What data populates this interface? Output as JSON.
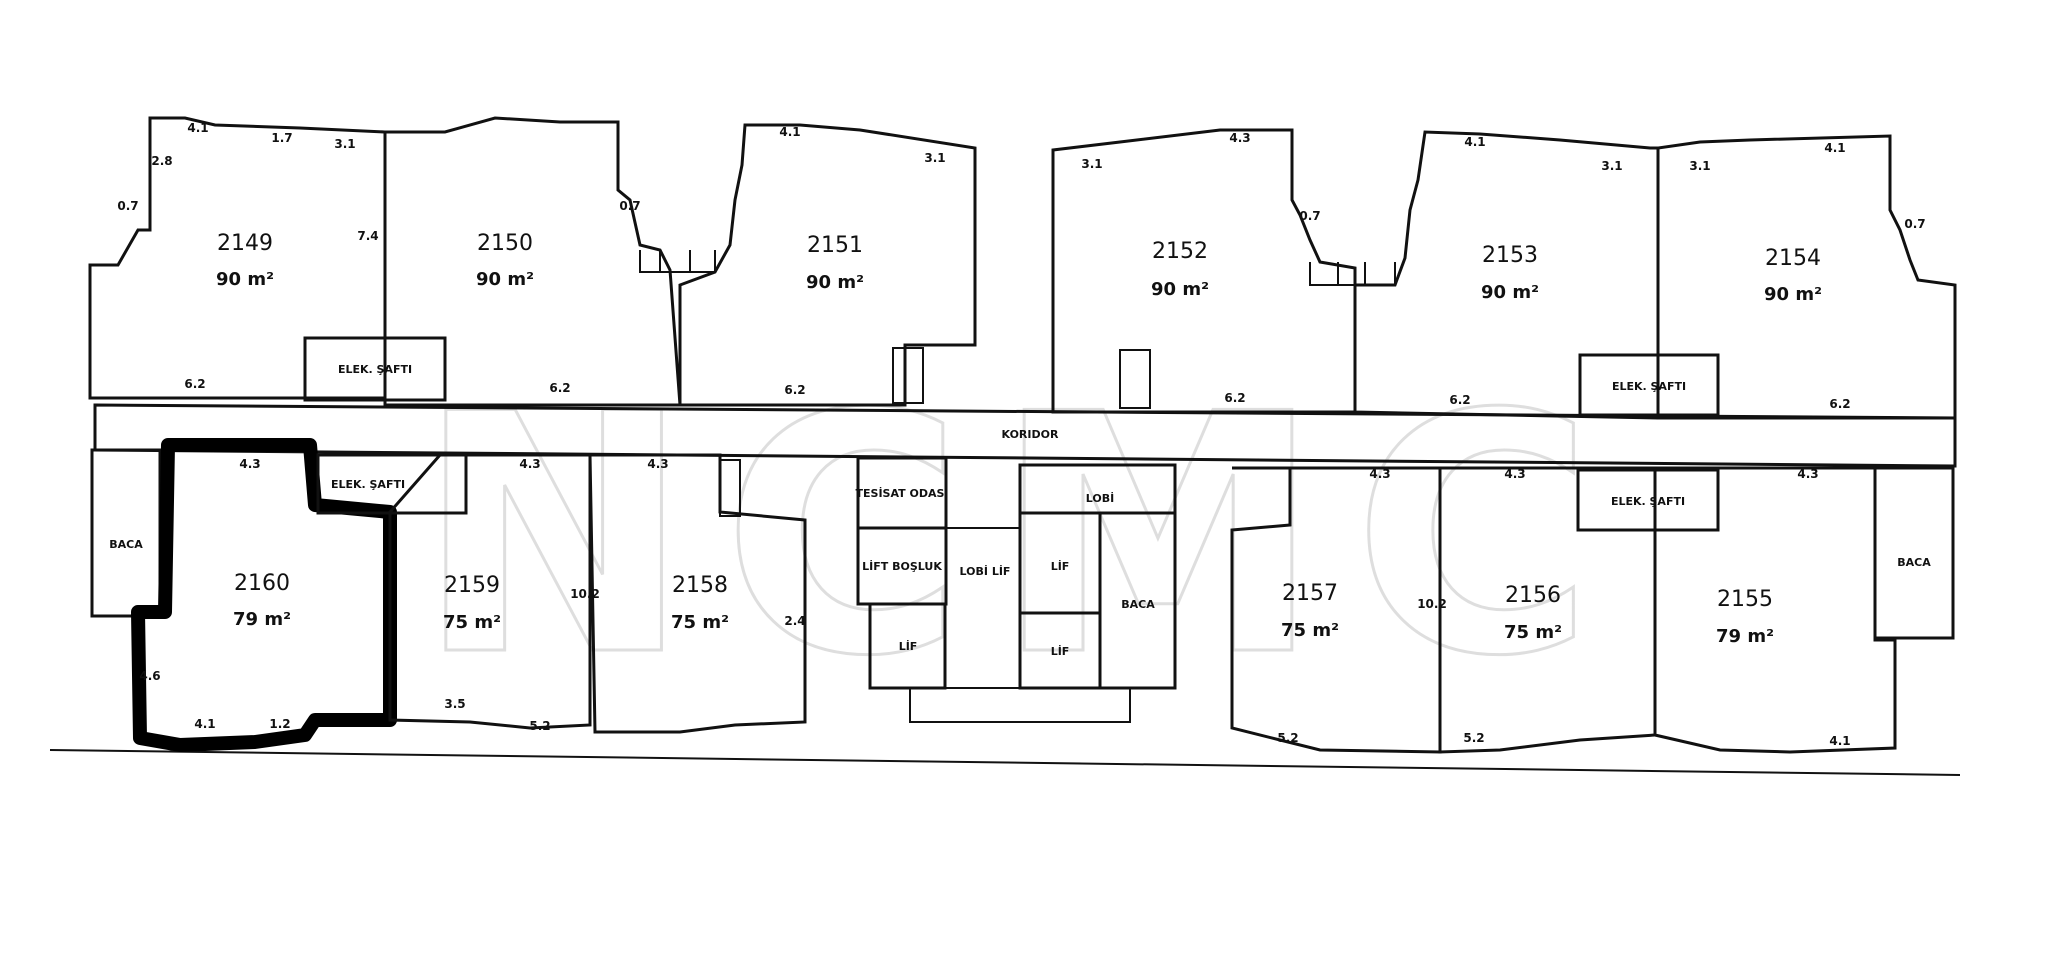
{
  "watermark": "NCMC",
  "corridor_label": "KORIDOR",
  "units": [
    {
      "id": "top-2149",
      "number": "2149",
      "area": "90 m²"
    },
    {
      "id": "top-2150",
      "number": "2150",
      "area": "90 m²"
    },
    {
      "id": "top-2151",
      "number": "2151",
      "area": "90 m²"
    },
    {
      "id": "top-2152",
      "number": "2152",
      "area": "90 m²"
    },
    {
      "id": "top-2153",
      "number": "2153",
      "area": "90 m²"
    },
    {
      "id": "top-2154",
      "number": "2154",
      "area": "90 m²"
    },
    {
      "id": "bot-2160",
      "number": "2160",
      "area": "79 m²"
    },
    {
      "id": "bot-2159",
      "number": "2159",
      "area": "75 m²"
    },
    {
      "id": "bot-2158",
      "number": "2158",
      "area": "75 m²"
    },
    {
      "id": "bot-2157",
      "number": "2157",
      "area": "75 m²"
    },
    {
      "id": "bot-2156",
      "number": "2156",
      "area": "75 m²"
    },
    {
      "id": "bot-2155",
      "number": "2155",
      "area": "79 m²"
    }
  ],
  "tags": {
    "tesisat": "TESİSAT ODASI",
    "baca": "BACA",
    "elek": "ELEK. ŞAFTI",
    "lift_bosluk": "LİFT BOŞLUK",
    "lobi_lif": "LOBİ LİF",
    "lif": "LİF",
    "lobi": "LOBİ"
  },
  "dimensions": [
    "4.1",
    "3.1",
    "1.7",
    "2.8",
    "7.4",
    "6.2",
    "4.3",
    "10.2",
    "5.2",
    "0.7",
    "1.2",
    "4.6",
    "3.5",
    "2.4"
  ]
}
